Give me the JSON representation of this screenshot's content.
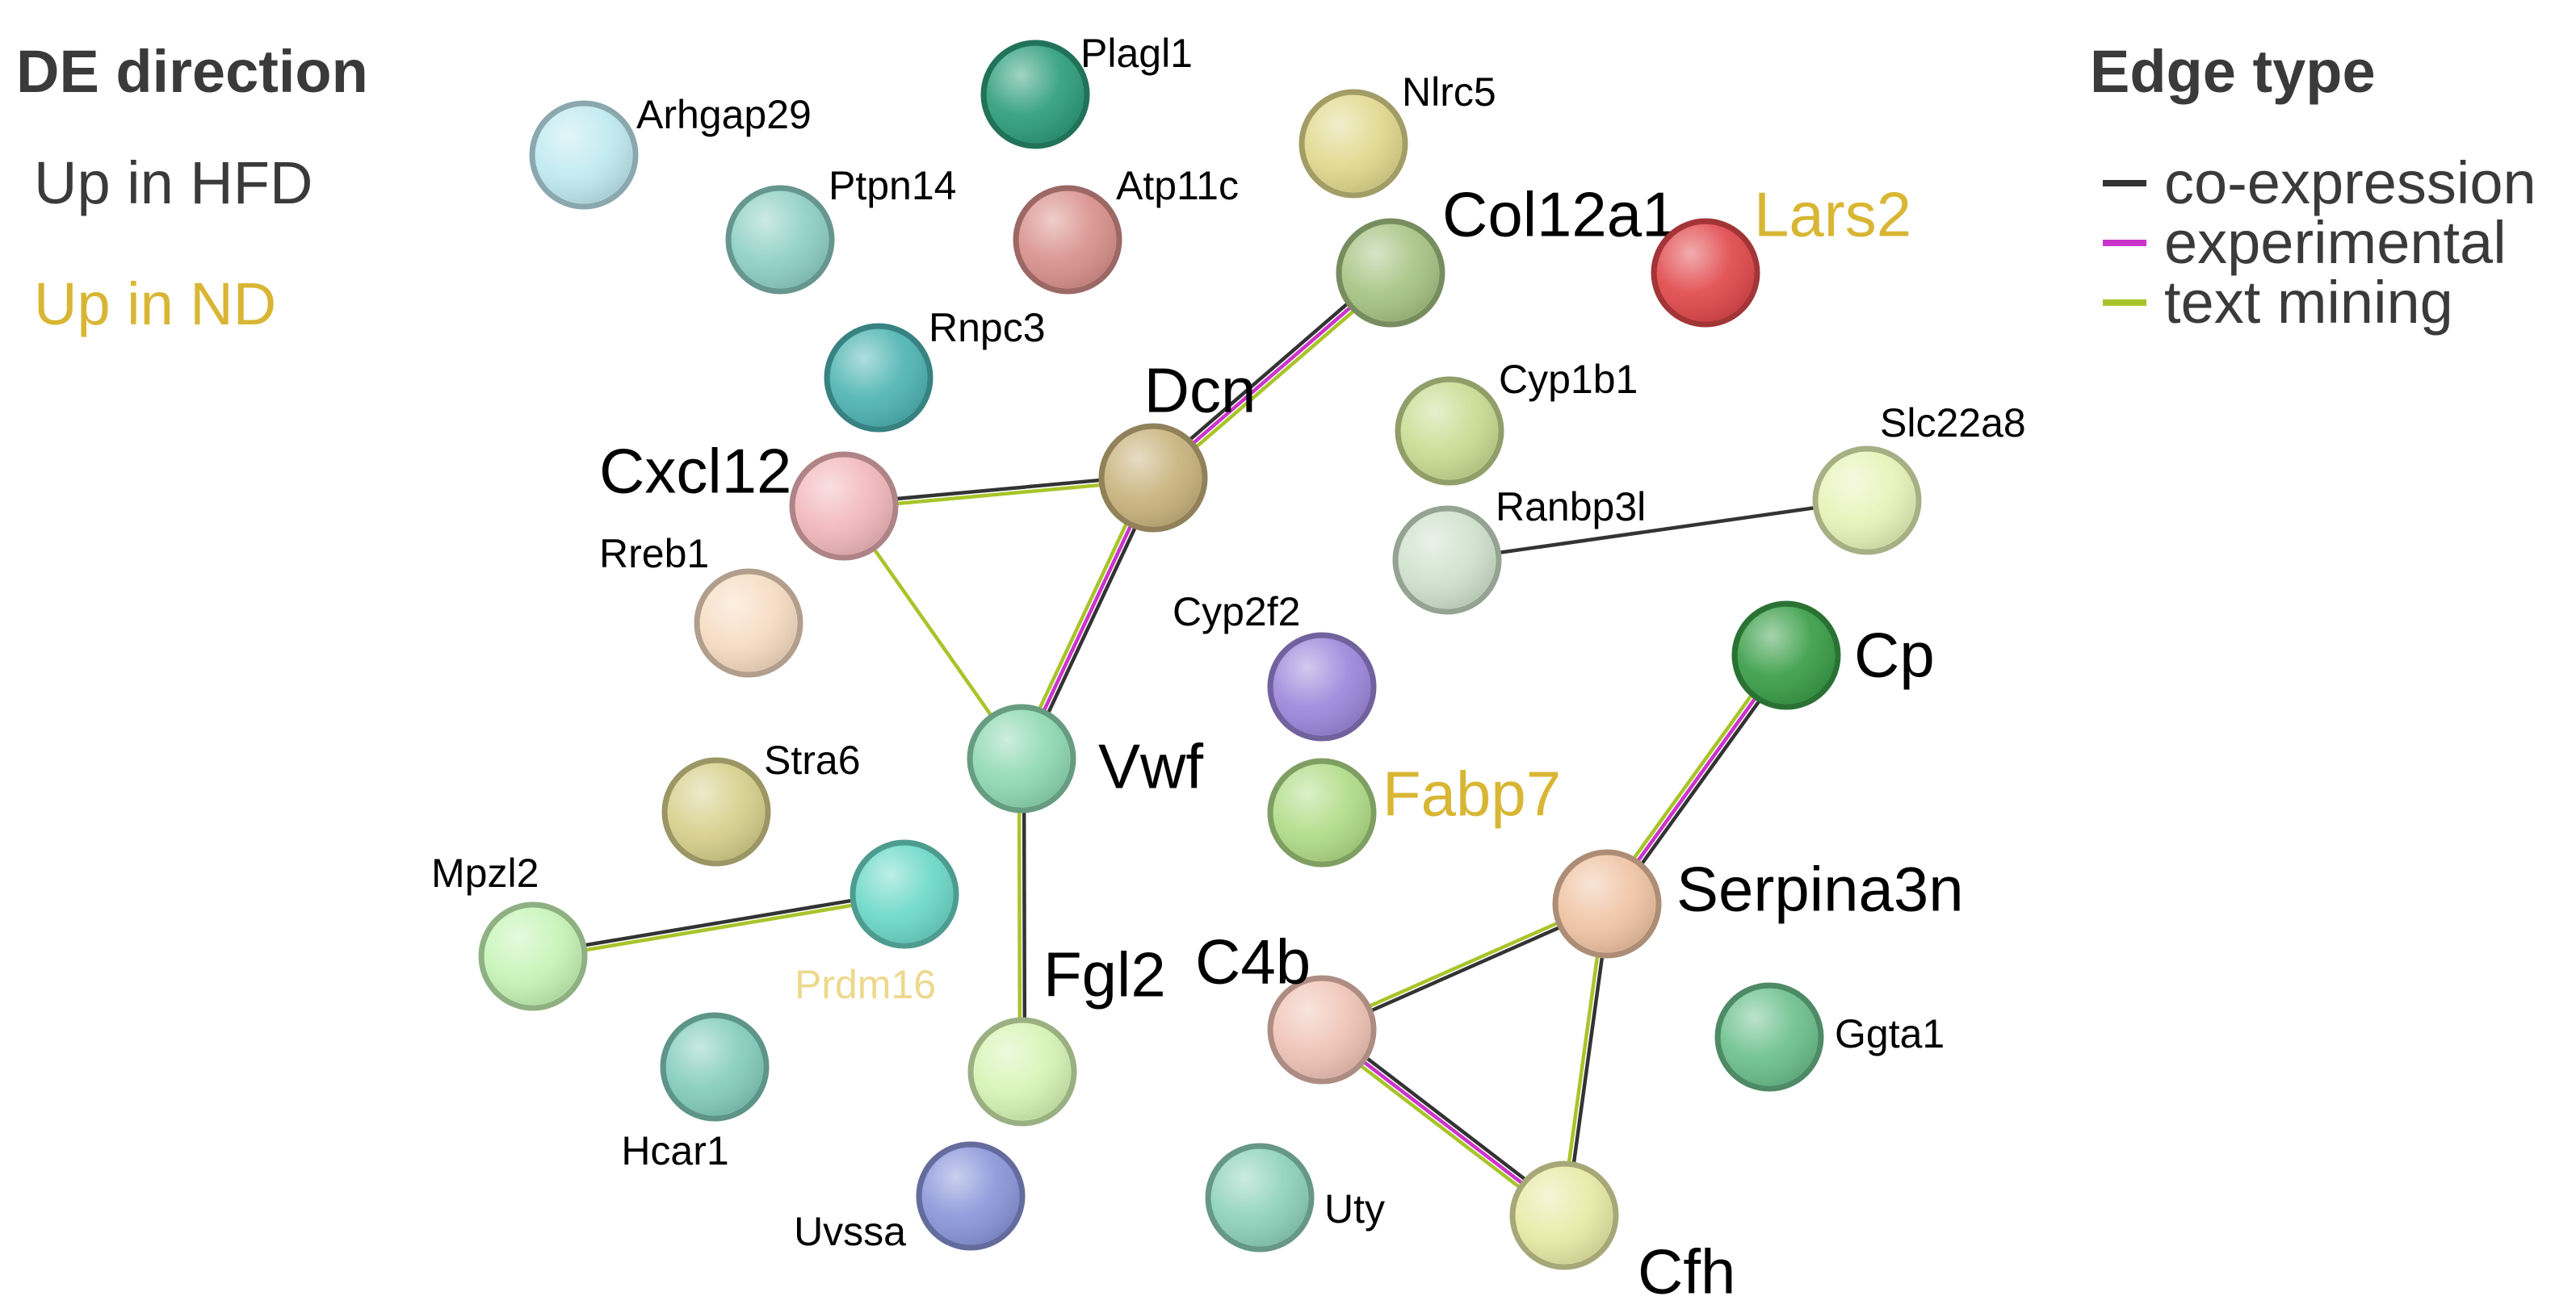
{
  "legend_de": {
    "title": "DE direction",
    "up_hfd": "Up in HFD",
    "up_nd": "Up in ND",
    "colors": {
      "hfd": "#3a3a3a",
      "nd": "#d8b634"
    }
  },
  "legend_edges": {
    "title": "Edge type",
    "items": [
      {
        "label": "co-expression",
        "color": "#333333"
      },
      {
        "label": "experimental",
        "color": "#cc33cc"
      },
      {
        "label": "text mining",
        "color": "#a8c42a"
      }
    ]
  },
  "nodes": [
    {
      "id": "Arhgap29",
      "label": "Arhgap29",
      "color": "#bfeaf0",
      "group": "hfd",
      "size": "small"
    },
    {
      "id": "Plagl1",
      "label": "Plagl1",
      "color": "#2e9e7a",
      "group": "hfd",
      "size": "small"
    },
    {
      "id": "Nlrc5",
      "label": "Nlrc5",
      "color": "#e1d98e",
      "group": "hfd",
      "size": "small"
    },
    {
      "id": "Ptpn14",
      "label": "Ptpn14",
      "color": "#8fd0c6",
      "group": "hfd",
      "size": "small"
    },
    {
      "id": "Atp11c",
      "label": "Atp11c",
      "color": "#d9918c",
      "group": "hfd",
      "size": "small"
    },
    {
      "id": "Col12a1",
      "label": "Col12a1",
      "color": "#a7c484",
      "group": "hfd",
      "size": "large"
    },
    {
      "id": "Lars2",
      "label": "Lars2",
      "color": "#e1494c",
      "group": "nd",
      "size": "large"
    },
    {
      "id": "Rnpc3",
      "label": "Rnpc3",
      "color": "#4eb5b3",
      "group": "hfd",
      "size": "small"
    },
    {
      "id": "Dcn",
      "label": "Dcn",
      "color": "#c9b37d",
      "group": "hfd",
      "size": "large"
    },
    {
      "id": "Cyp1b1",
      "label": "Cyp1b1",
      "color": "#c9dc92",
      "group": "hfd",
      "size": "small"
    },
    {
      "id": "Slc22a8",
      "label": "Slc22a8",
      "color": "#e8f3b8",
      "group": "hfd",
      "size": "small"
    },
    {
      "id": "Cxcl12",
      "label": "Cxcl12",
      "color": "#f2b8bc",
      "group": "hfd",
      "size": "large"
    },
    {
      "id": "Ranbp3l",
      "label": "Ranbp3l",
      "color": "#cfe2cc",
      "group": "hfd",
      "size": "small"
    },
    {
      "id": "Rreb1",
      "label": "Rreb1",
      "color": "#f7dcc2",
      "group": "hfd",
      "size": "small"
    },
    {
      "id": "Cyp2f2",
      "label": "Cyp2f2",
      "color": "#9d88dc",
      "group": "hfd",
      "size": "small"
    },
    {
      "id": "Cp",
      "label": "Cp",
      "color": "#3a9e48",
      "group": "hfd",
      "size": "large"
    },
    {
      "id": "Vwf",
      "label": "Vwf",
      "color": "#8fd9b2",
      "group": "hfd",
      "size": "large"
    },
    {
      "id": "Fabp7",
      "label": "Fabp7",
      "color": "#b1dd88",
      "group": "nd",
      "size": "large"
    },
    {
      "id": "Stra6",
      "label": "Stra6",
      "color": "#d7d08c",
      "group": "hfd",
      "size": "small"
    },
    {
      "id": "Mpzl2",
      "label": "Mpzl2",
      "color": "#c6f4b6",
      "group": "hfd",
      "size": "small"
    },
    {
      "id": "Prdm16",
      "label": "Prdm16",
      "color": "#6dd9c8",
      "group": "nd_light",
      "size": "small"
    },
    {
      "id": "Serpina3n",
      "label": "Serpina3n",
      "color": "#f0c4a4",
      "group": "hfd",
      "size": "large"
    },
    {
      "id": "C4b",
      "label": "C4b",
      "color": "#f0c4b6",
      "group": "hfd",
      "size": "large"
    },
    {
      "id": "Fgl2",
      "label": "Fgl2",
      "color": "#d6f4b4",
      "group": "hfd",
      "size": "large"
    },
    {
      "id": "Ggta1",
      "label": "Ggta1",
      "color": "#6cc08e",
      "group": "hfd",
      "size": "small"
    },
    {
      "id": "Hcar1",
      "label": "Hcar1",
      "color": "#84cdbd",
      "group": "hfd",
      "size": "small"
    },
    {
      "id": "Uvssa",
      "label": "Uvssa",
      "color": "#8a96da",
      "group": "hfd",
      "size": "small"
    },
    {
      "id": "Uty",
      "label": "Uty",
      "color": "#8ed2bc",
      "group": "hfd",
      "size": "small"
    },
    {
      "id": "Cfh",
      "label": "Cfh",
      "color": "#e8eaa6",
      "group": "hfd",
      "size": "large"
    }
  ],
  "edges": [
    {
      "source": "Cxcl12",
      "target": "Dcn",
      "types": [
        "co-expression",
        "text mining"
      ]
    },
    {
      "source": "Cxcl12",
      "target": "Vwf",
      "types": [
        "text mining"
      ]
    },
    {
      "source": "Dcn",
      "target": "Col12a1",
      "types": [
        "co-expression",
        "experimental",
        "text mining"
      ]
    },
    {
      "source": "Dcn",
      "target": "Vwf",
      "types": [
        "co-expression",
        "experimental",
        "text mining"
      ]
    },
    {
      "source": "Vwf",
      "target": "Fgl2",
      "types": [
        "co-expression",
        "text mining"
      ]
    },
    {
      "source": "Ranbp3l",
      "target": "Slc22a8",
      "types": [
        "co-expression"
      ]
    },
    {
      "source": "Cp",
      "target": "Serpina3n",
      "types": [
        "co-expression",
        "experimental",
        "text mining"
      ]
    },
    {
      "source": "Serpina3n",
      "target": "C4b",
      "types": [
        "co-expression",
        "text mining"
      ]
    },
    {
      "source": "Serpina3n",
      "target": "Cfh",
      "types": [
        "co-expression",
        "text mining"
      ]
    },
    {
      "source": "C4b",
      "target": "Cfh",
      "types": [
        "co-expression",
        "experimental",
        "text mining"
      ]
    },
    {
      "source": "Mpzl2",
      "target": "Prdm16",
      "types": [
        "co-expression",
        "text mining"
      ]
    }
  ]
}
